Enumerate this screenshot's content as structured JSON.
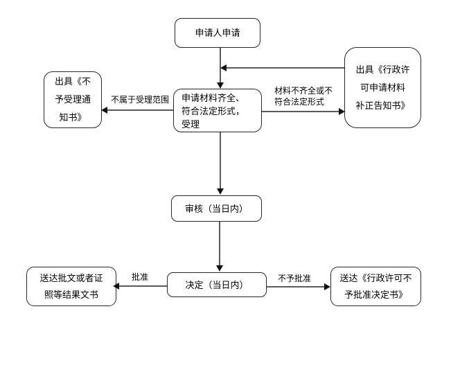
{
  "diagram": {
    "type": "flowchart",
    "nodes": {
      "applicant": {
        "lines": [
          "申请人申请"
        ]
      },
      "accept": {
        "lines": [
          "申请材料齐全、",
          "符合法定形式，",
          "受理"
        ]
      },
      "reject_notice": {
        "lines": [
          "出具《不",
          "予受理通",
          "知书》"
        ]
      },
      "supplement_notice": {
        "lines": [
          "出具《行政许",
          "可申请材料",
          "补正告知书》"
        ]
      },
      "review": {
        "lines": [
          "审核（当日内）"
        ]
      },
      "decision": {
        "lines": [
          "决定（当日内）"
        ]
      },
      "deliver_approval": {
        "lines": [
          "送达批文或者证",
          "照等结果文书"
        ]
      },
      "deliver_denial": {
        "lines": [
          "送达《行政许可不",
          "予批准决定书》"
        ]
      }
    },
    "edge_labels": {
      "out_of_scope": "不属于受理范围",
      "incomplete": [
        "材料不齐全或不",
        "符合法定形式"
      ],
      "approved": "批准",
      "not_approved": "不予批准"
    },
    "edges": [
      {
        "from": "applicant",
        "to": "accept",
        "label": ""
      },
      {
        "from": "supplement_notice",
        "to": "accept",
        "label": ""
      },
      {
        "from": "accept",
        "to": "reject_notice",
        "label": "不属于受理范围"
      },
      {
        "from": "accept",
        "to": "supplement_notice",
        "label": "材料不齐全或不符合法定形式"
      },
      {
        "from": "accept",
        "to": "review",
        "label": ""
      },
      {
        "from": "review",
        "to": "decision",
        "label": ""
      },
      {
        "from": "decision",
        "to": "deliver_approval",
        "label": "批准"
      },
      {
        "from": "decision",
        "to": "deliver_denial",
        "label": "不予批准"
      }
    ],
    "colors": {
      "background": "#ffffff",
      "box_border": "#262626",
      "connector": "#595959",
      "arrowhead": "#111111",
      "text": "#000000"
    }
  }
}
